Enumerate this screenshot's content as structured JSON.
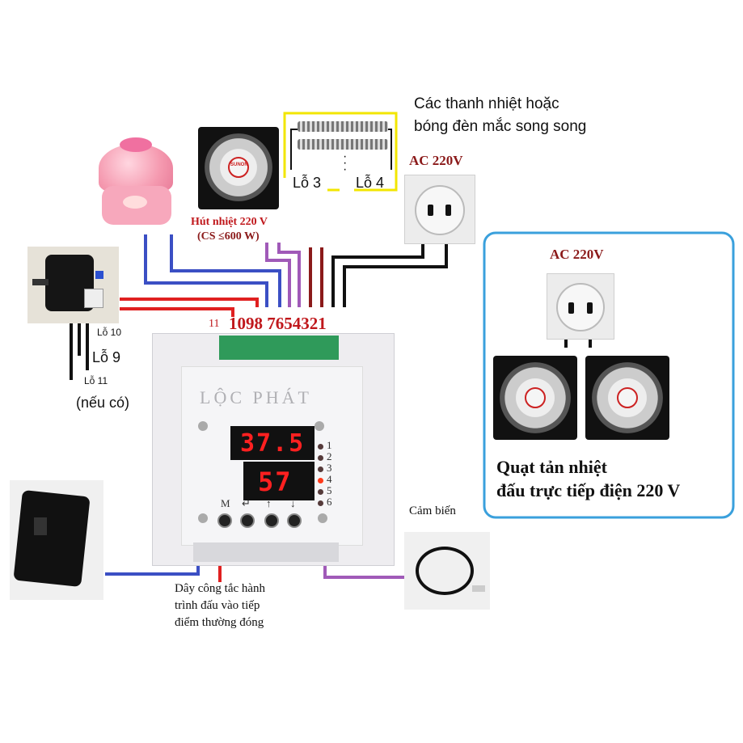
{
  "heaters": {
    "note_line1": "Các thanh nhiệt hoặc",
    "note_line2": "bóng  đèn mắc song song",
    "hole3": "Lỗ 3",
    "hole4": "Lỗ 4"
  },
  "ac_top": "AC 220V",
  "exhaust_fan": {
    "line1": "Hút nhiệt 220 V",
    "line2": "(CS ≤600 W)"
  },
  "motor": {
    "hole10": "Lỗ 10",
    "hole9": "Lỗ 9",
    "hole11": "Lỗ 11",
    "optional": "(nếu có)"
  },
  "terminals": {
    "t11": "11",
    "rest": "1098 7654321"
  },
  "controller": {
    "brand": "LỘC PHÁT",
    "display_top": "37.5",
    "display_bottom": "57",
    "led_labels": [
      "1",
      "2",
      "3",
      "4",
      "5",
      "6"
    ],
    "button_labels": [
      "M",
      "↵",
      "↑",
      "↓"
    ]
  },
  "cooling_box": {
    "ac_label": "AC 220V",
    "caption_line1": "Quạt tản nhiệt",
    "caption_line2": "đấu trực tiếp điện 220 V"
  },
  "sensor_label": "Cảm biến",
  "limit_switch": {
    "line1": "Dây công tắc hành",
    "line2": "trình đấu vào tiếp",
    "line3": "điểm thường đóng"
  },
  "fan_brand": "SUNON",
  "colors": {
    "wire_red": "#e02020",
    "wire_blue": "#3b4fc4",
    "wire_purple": "#a05ab8",
    "wire_dark_red": "#8b1a1a",
    "wire_black": "#111111",
    "heater_frame": "#f2e600",
    "box_border": "#3aa0dc",
    "display_digits": "#ff2020"
  }
}
